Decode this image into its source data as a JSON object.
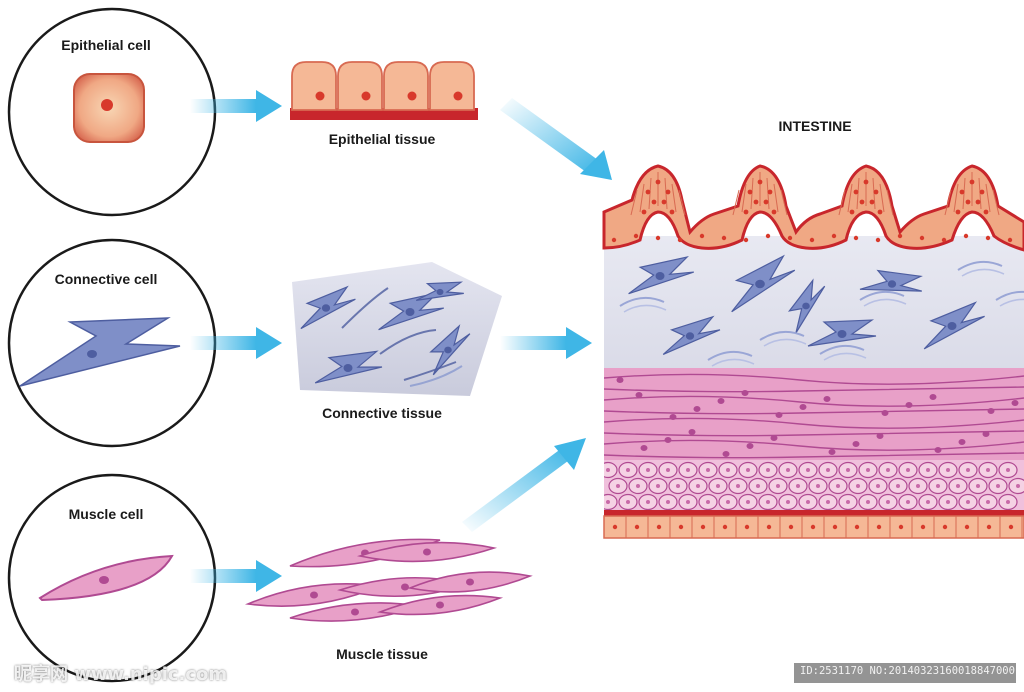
{
  "diagram": {
    "cells": {
      "epithelial": "Epithelial cell",
      "connective": "Connective cell",
      "muscle": "Muscle cell"
    },
    "tissues": {
      "epithelial": "Epithelial tissue",
      "connective": "Connective tissue",
      "muscle": "Muscle tissue"
    },
    "organ": "INTESTINE"
  },
  "watermark": {
    "logo": "昵享网 www.nipic.com",
    "id_text": "ID:2531170 NO:20140323160018847000"
  },
  "colors": {
    "epithelial_fill": "#f5b896",
    "epithelial_nucleus": "#d8392b",
    "connective_fill": "#7f8fc8",
    "connective_bg": "#d9dbe8",
    "muscle_fill": "#e8a0c8",
    "muscle_line": "#b04a92",
    "arrow": "#3fb6e6"
  }
}
